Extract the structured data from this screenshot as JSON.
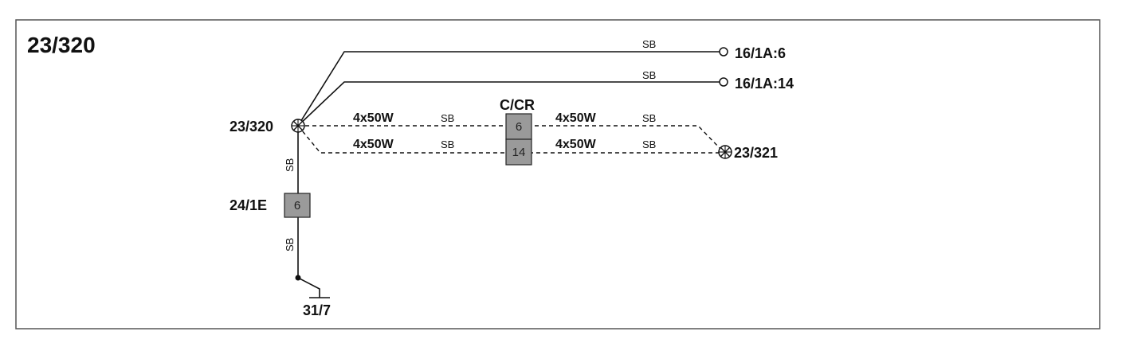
{
  "diagram_id": "23/320",
  "nodes": {
    "left_lamp": "23/320",
    "right_lamp": "23/321",
    "term_top": "16/1A:6",
    "term_mid": "16/1A:14",
    "ground": "31/7",
    "connector_vert": "24/1E",
    "connector_mid": "C/CR"
  },
  "pins": {
    "vert_pin": "6",
    "mid_pin_top": "6",
    "mid_pin_bottom": "14"
  },
  "wires": {
    "wire_top": "SB",
    "wire_mid": "SB",
    "dashed_top_left_rating": "4x50W",
    "dashed_top_left_color": "SB",
    "dashed_bot_left_rating": "4x50W",
    "dashed_bot_left_color": "SB",
    "dashed_top_right_rating": "4x50W",
    "dashed_top_right_color": "SB",
    "dashed_bot_right_rating": "4x50W",
    "dashed_bot_right_color": "SB",
    "vert_upper": "SB",
    "vert_lower": "SB"
  }
}
